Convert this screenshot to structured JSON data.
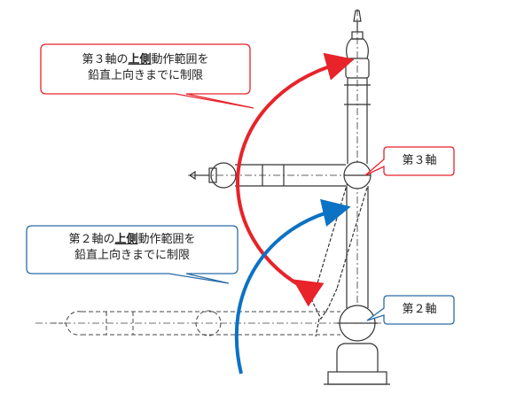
{
  "callouts": {
    "axis3_range": {
      "line1_pre": "第３軸の",
      "line1_hl": "上側",
      "line1_post": "動作範囲を",
      "line2": "鉛直上向きまでに制限"
    },
    "axis2_range": {
      "line1_pre": "第２軸の",
      "line1_hl": "上側",
      "line1_post": "動作範囲を",
      "line2": "鉛直上向きまでに制限"
    },
    "axis3_label": "第３軸",
    "axis2_label": "第２軸"
  },
  "colors": {
    "red": "#e8232a",
    "blue": "#0b72c4",
    "line": "#333333",
    "red_callout_border": "#e8232a",
    "blue_callout_border": "#2a6ca8"
  }
}
